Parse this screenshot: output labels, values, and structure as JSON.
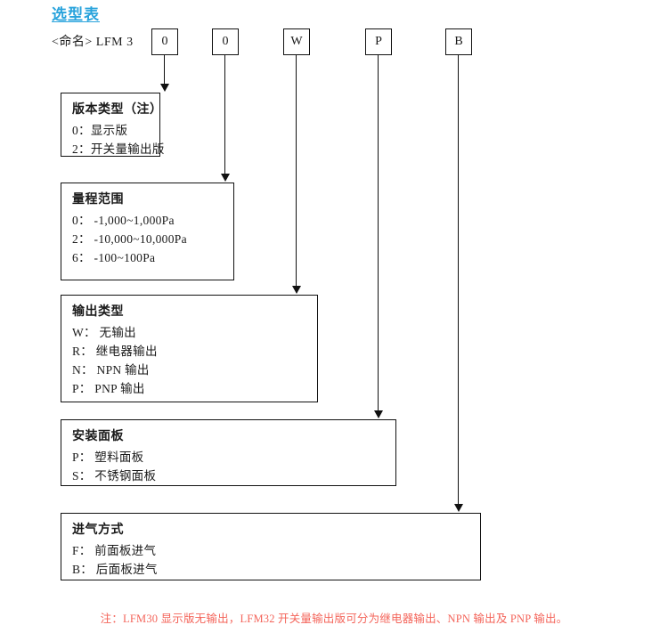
{
  "page": {
    "title": "选型表",
    "naming_label": "<命名> LFM 3",
    "title_color": "#29a3dc",
    "footnote_color": "#f4645a",
    "line_color": "#111111"
  },
  "code_boxes": [
    {
      "name": "version-code",
      "value": "0"
    },
    {
      "name": "range-code",
      "value": "0"
    },
    {
      "name": "output-code",
      "value": "W"
    },
    {
      "name": "panel-code",
      "value": "P"
    },
    {
      "name": "inlet-code",
      "value": "B"
    }
  ],
  "descriptors": [
    {
      "name": "version-type",
      "title": "版本类型（注）",
      "lines": [
        "0：显示版",
        "2：开关量输出版"
      ]
    },
    {
      "name": "measuring-range",
      "title": "量程范围",
      "lines": [
        "0： -1,000~1,000Pa",
        "2： -10,000~10,000Pa",
        "6： -100~100Pa"
      ]
    },
    {
      "name": "output-type",
      "title": "输出类型",
      "lines": [
        "W： 无输出",
        "R： 继电器输出",
        "N： NPN 输出",
        "P： PNP 输出"
      ]
    },
    {
      "name": "mounting-panel",
      "title": "安装面板",
      "lines": [
        "P： 塑料面板",
        "S： 不锈钢面板"
      ]
    },
    {
      "name": "air-inlet",
      "title": "进气方式",
      "lines": [
        "F： 前面板进气",
        "B： 后面板进气"
      ]
    }
  ],
  "footnote": {
    "text": "注：LFM30 显示版无输出，LFM32 开关量输出版可分为继电器输出、NPN 输出及 PNP 输出。"
  }
}
